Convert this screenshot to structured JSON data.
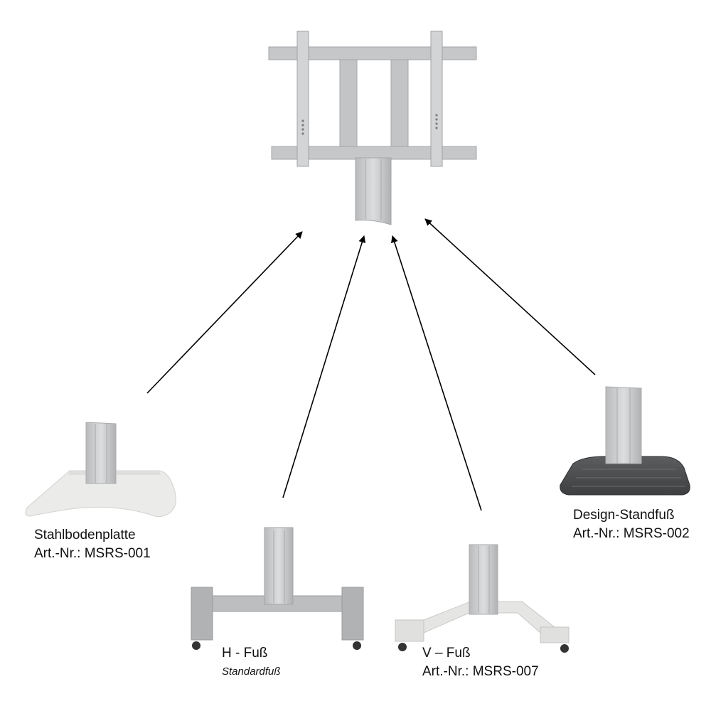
{
  "products": {
    "steel_plate": {
      "name": "Stahlbodenplatte",
      "art_nr": "Art.-Nr.: MSRS-001"
    },
    "h_foot": {
      "name": "H - Fuß",
      "subtitle": "Standardfuß"
    },
    "v_foot": {
      "name": "V – Fuß",
      "art_nr": "Art.-Nr.: MSRS-007"
    },
    "design_foot": {
      "name": "Design-Standfuß",
      "art_nr": "Art.-Nr.: MSRS-002"
    }
  },
  "colors": {
    "aluminium": "#c9cacb",
    "aluminium_dark": "#a9abad",
    "steel_grey": "#b3b4b5",
    "white_base": "#ebebe9",
    "dark_base": "#4c4d4f",
    "arrow": "#000000"
  }
}
